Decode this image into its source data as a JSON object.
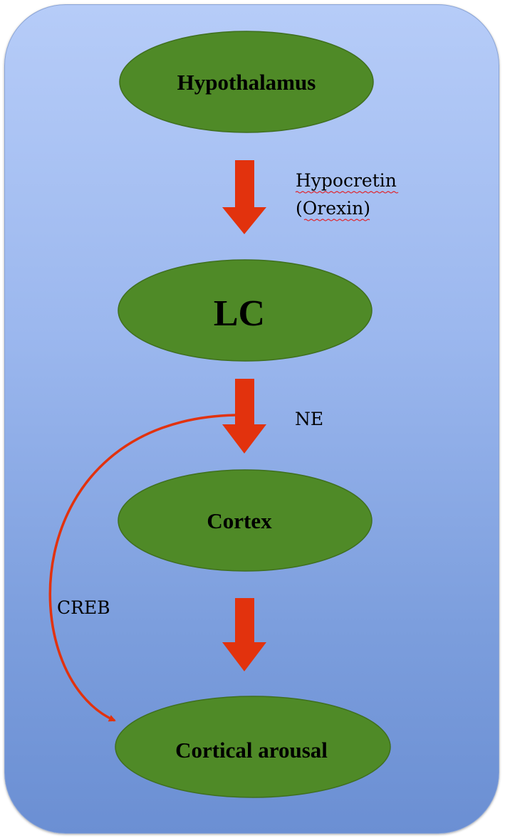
{
  "nodes": {
    "hypothalamus": "Hypothalamus",
    "lc": "LC",
    "cortex": "Cortex",
    "cortical_arousal": "Cortical arousal"
  },
  "edges": {
    "hypocretin_line1": "Hypocretin",
    "hypocretin_line2": "(Orexin)",
    "ne": "NE",
    "creb": "CREB"
  },
  "colors": {
    "node_fill": "#4f8a27",
    "node_stroke": "#3f6f1e",
    "arrow": "#e2320d",
    "background_top": "#b6ccf8",
    "background_bottom": "#6b8fd3"
  }
}
